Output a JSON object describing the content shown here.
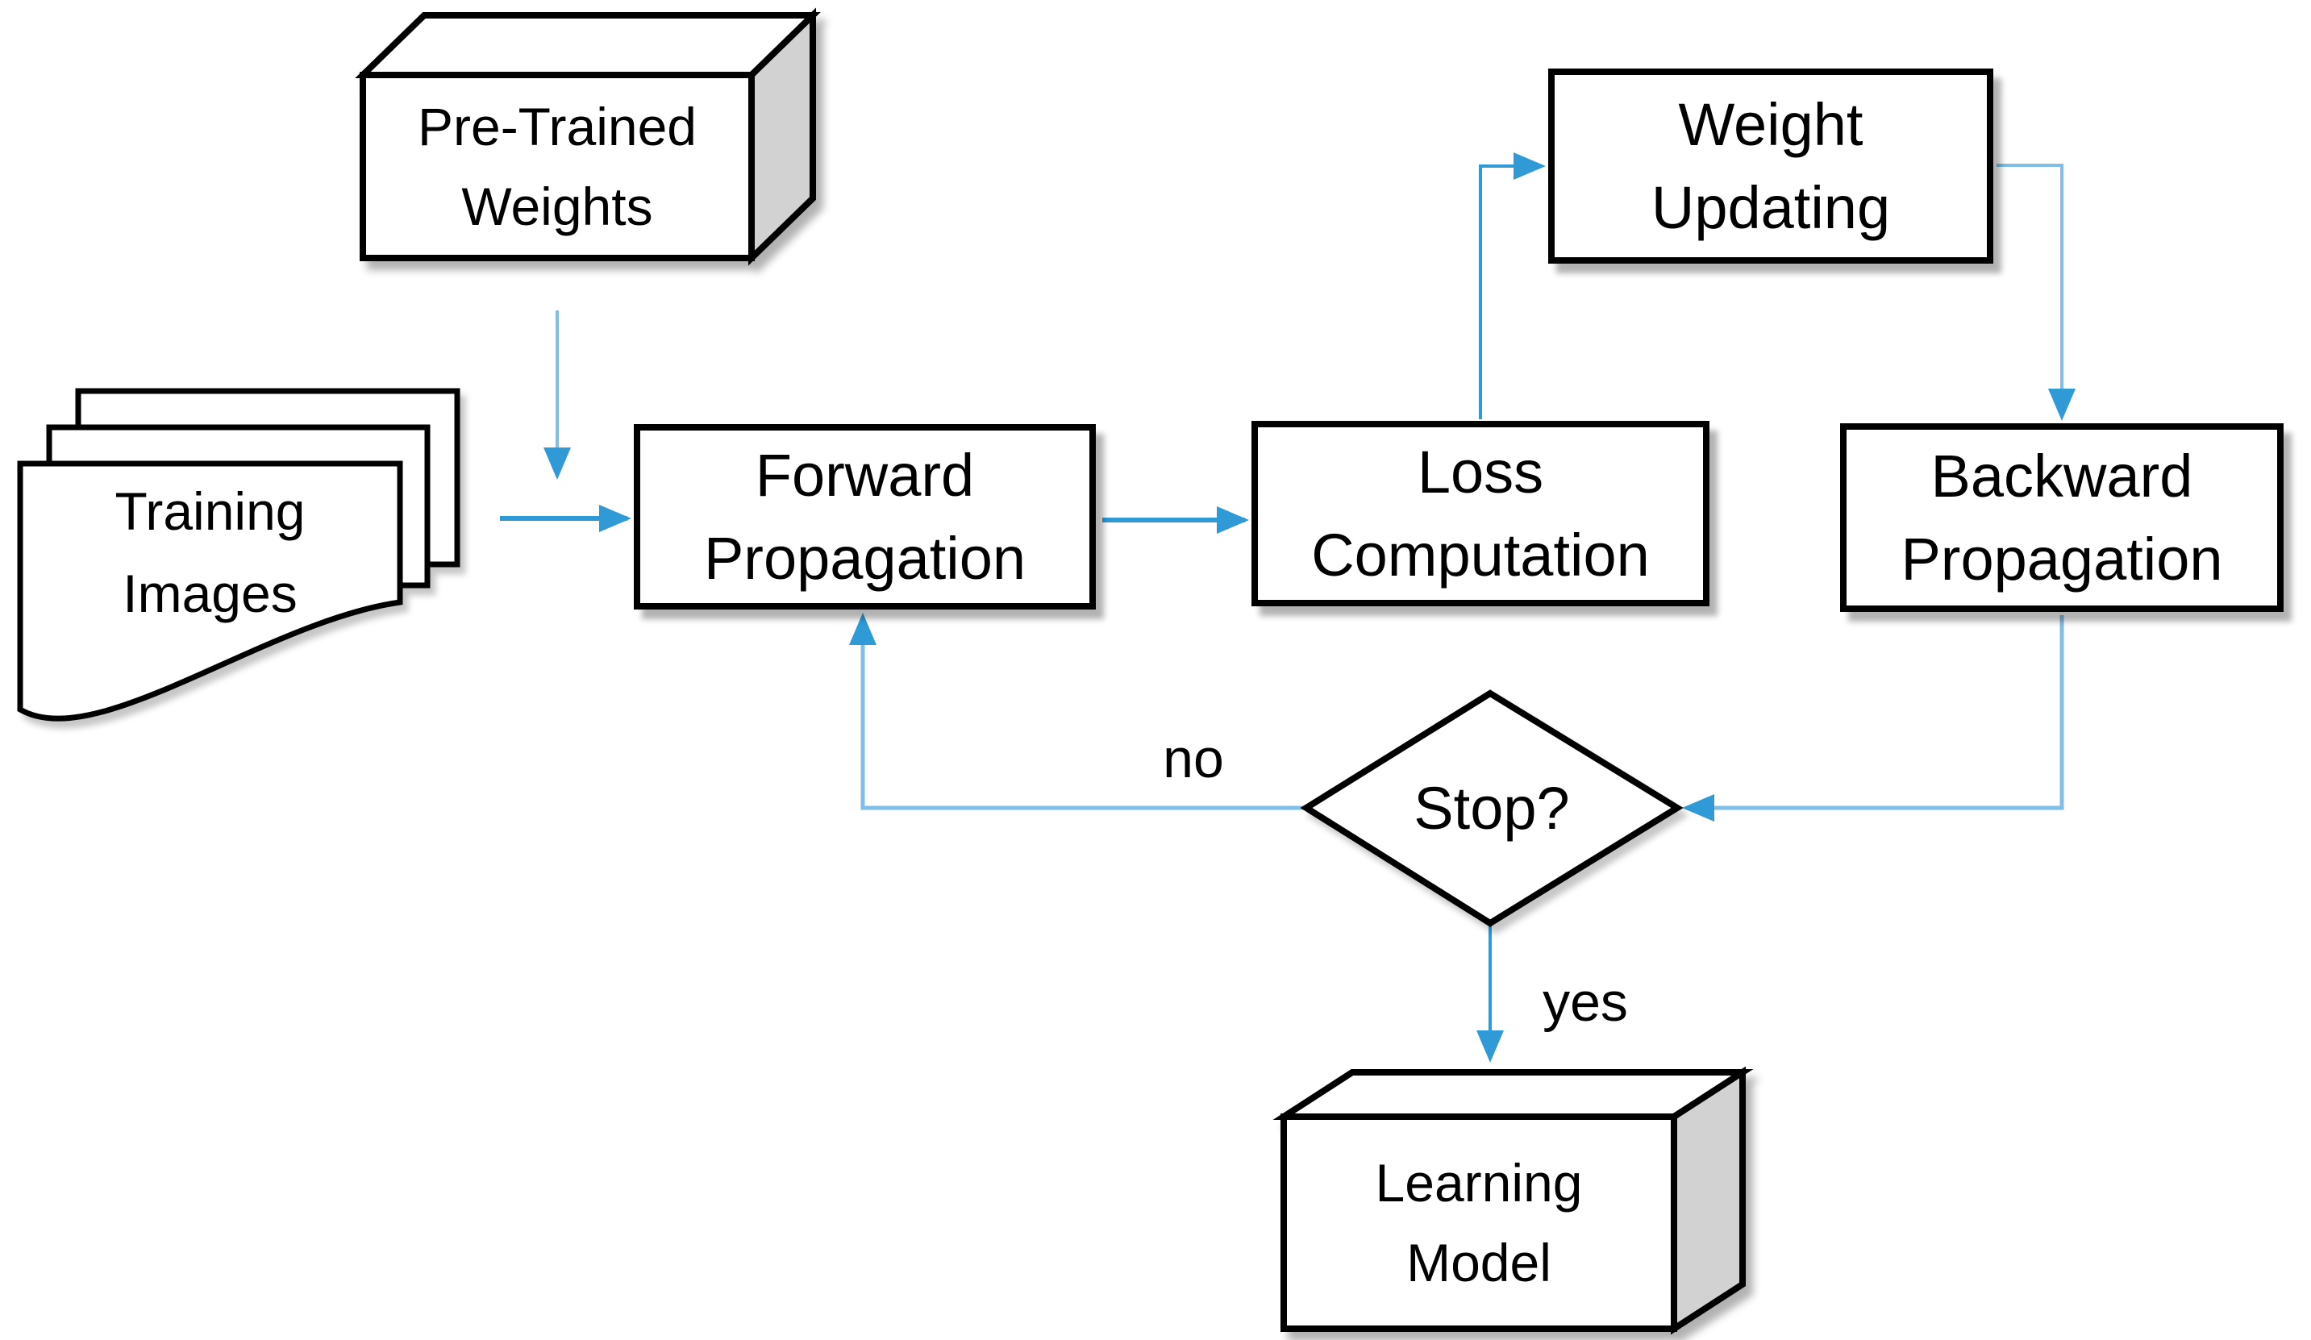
{
  "nodes": {
    "pretrained_weights": {
      "line1": "Pre-Trained",
      "line2": "Weights"
    },
    "training_images": {
      "line1": "Training",
      "line2": "Images"
    },
    "forward_propagation": {
      "line1": "Forward",
      "line2": "Propagation"
    },
    "loss_computation": {
      "line1": "Loss",
      "line2": "Computation"
    },
    "weight_updating": {
      "line1": "Weight",
      "line2": "Updating"
    },
    "backward_propagation": {
      "line1": "Backward",
      "line2": "Propagation"
    },
    "stop_decision": {
      "label": "Stop?"
    },
    "learning_model": {
      "line1": "Learning",
      "line2": "Model"
    }
  },
  "edge_labels": {
    "no": "no",
    "yes": "yes"
  },
  "colors": {
    "arrow_primary": "#2f9ad6",
    "arrow_light": "#7fbfe7",
    "node_border": "#000000",
    "node_fill": "#ffffff",
    "cube_side_fill": "#d2d2d2",
    "canvas_background": "#ffffff"
  }
}
